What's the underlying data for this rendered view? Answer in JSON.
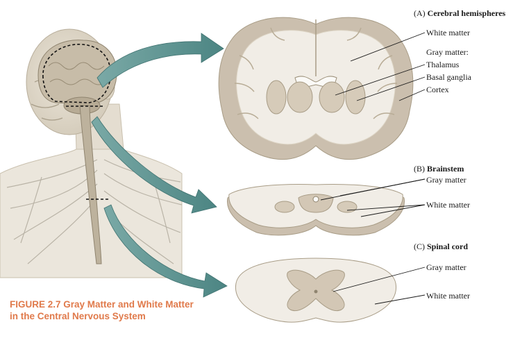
{
  "panels": {
    "a": {
      "letter": "(A)",
      "title": "Cerebral hemispheres"
    },
    "b": {
      "letter": "(B)",
      "title": "Brainstem"
    },
    "c": {
      "letter": "(C)",
      "title": "Spinal cord"
    }
  },
  "labels": {
    "a_white": "White matter",
    "a_gray_heading": "Gray matter:",
    "a_thalamus": "Thalamus",
    "a_basal": "Basal ganglia",
    "a_cortex": "Cortex",
    "b_gray": "Gray matter",
    "b_white": "White matter",
    "c_gray": "Gray matter",
    "c_white": "White matter"
  },
  "caption": {
    "line1": "FIGURE 2.7  Gray Matter and White Matter",
    "line2": "in the Central Nervous System"
  },
  "colors": {
    "arrow": "#5b9290",
    "caption": "#e07a4b",
    "gray_matter": "#cbbfae",
    "white_matter": "#f1ede6"
  }
}
